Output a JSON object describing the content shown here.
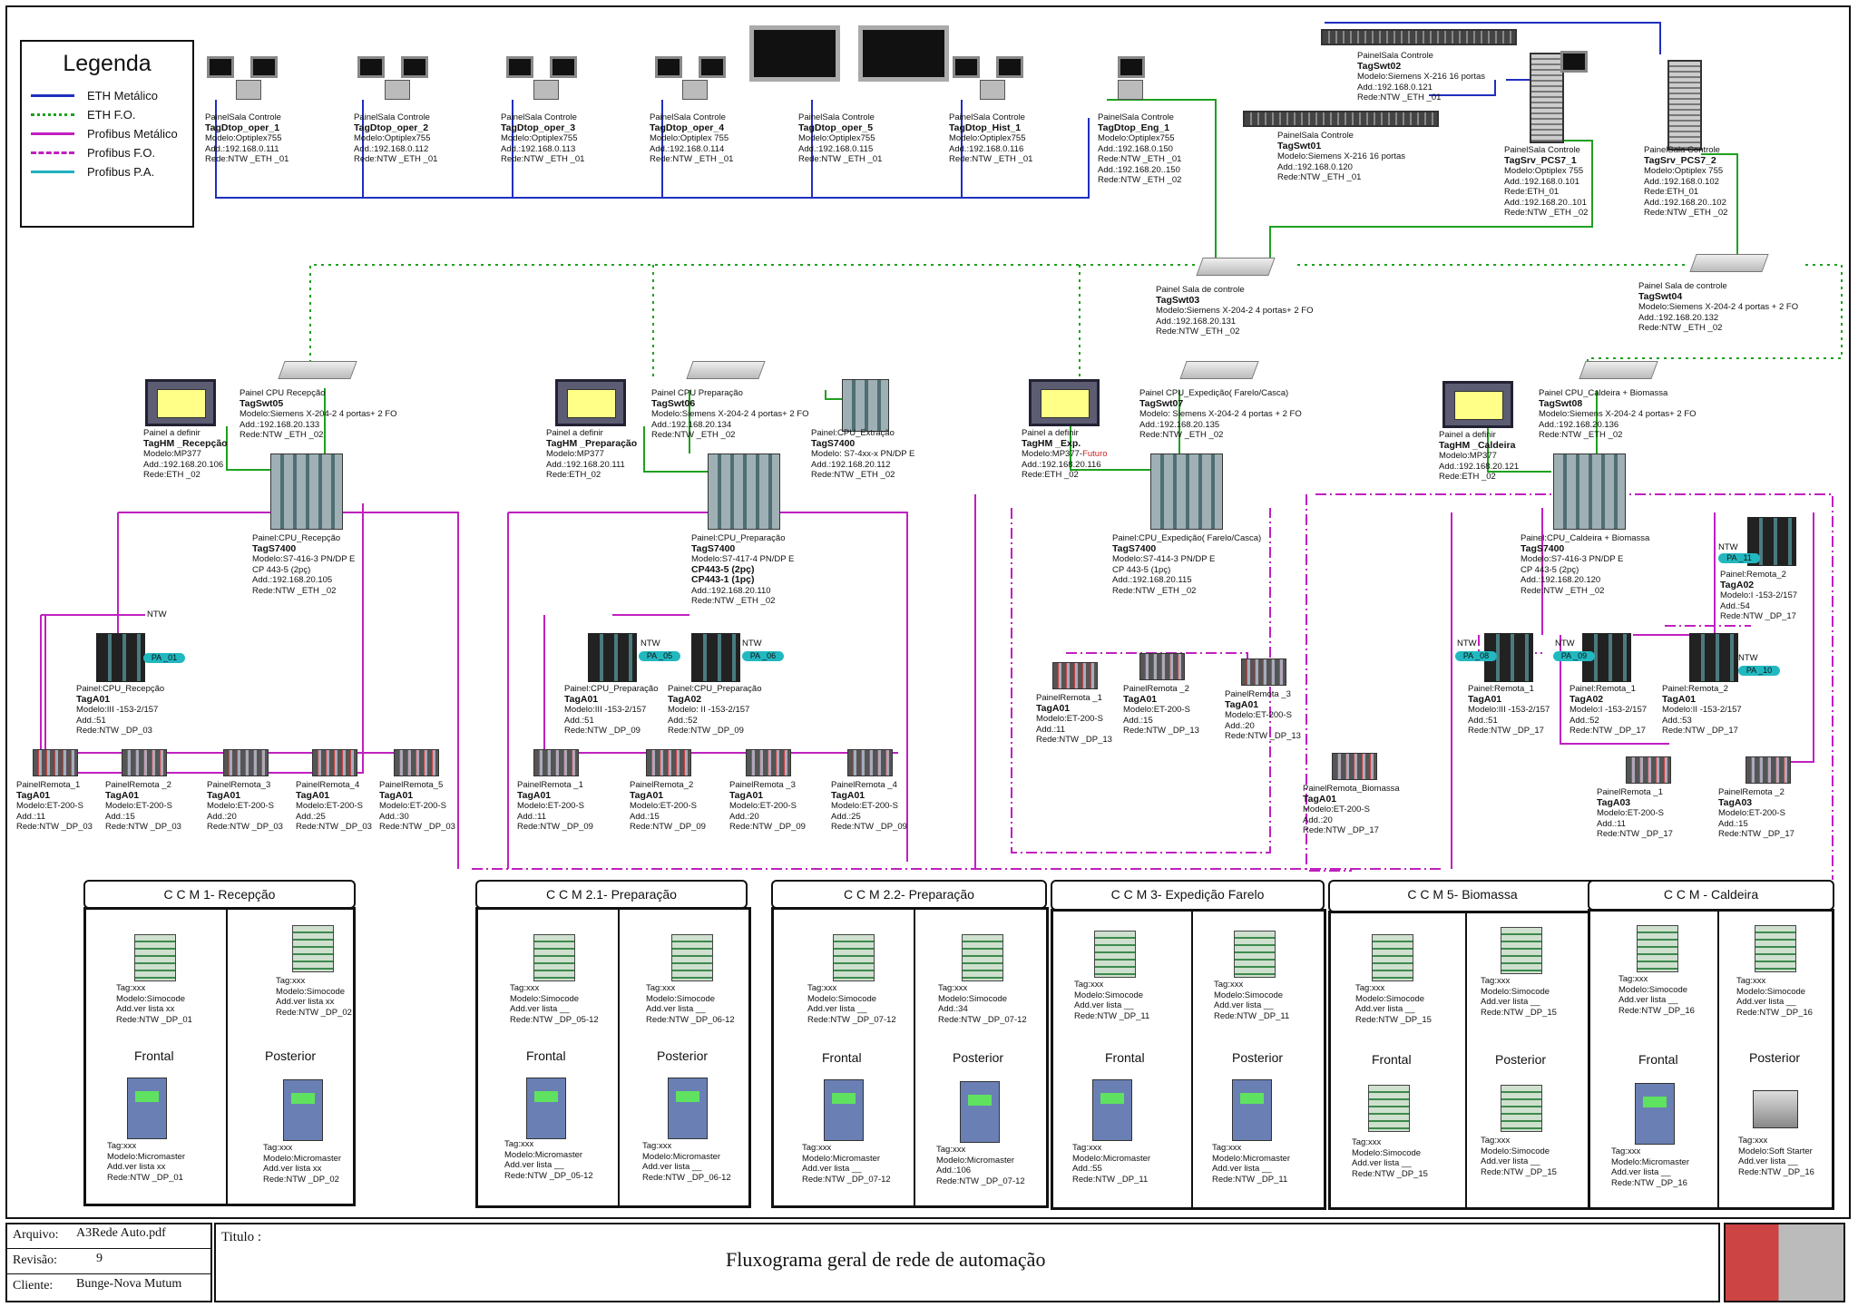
{
  "legend": {
    "title": "Legenda",
    "items": [
      {
        "label": "ETH Metálico",
        "color": "#1f2fbf",
        "style": "solid"
      },
      {
        "label": "ETH F.O.",
        "color": "#1fa01f",
        "style": "dotted"
      },
      {
        "label": "Profibus Metálico",
        "color": "#c020c0",
        "style": "solid"
      },
      {
        "label": "Profibus F.O.",
        "color": "#c020c0",
        "style": "dashdot"
      },
      {
        "label": "Profibus P.A.",
        "color": "#20b0c0",
        "style": "solid"
      }
    ]
  },
  "workstations": [
    {
      "panel": "PainelSala Controle",
      "tag": "TagDtop_oper_1",
      "model": "Modelo:Optiplex755",
      "addr": "Add.:192.168.0.111",
      "net": "Rede:NTW _ETH _01"
    },
    {
      "panel": "PainelSala Controle",
      "tag": "TagDtop_oper_2",
      "model": "Modelo:Optiplex755",
      "addr": "Add.:192.168.0.112",
      "net": "Rede:NTW _ETH _01"
    },
    {
      "panel": "PainelSala Controle",
      "tag": "TagDtop_oper_3",
      "model": "Modelo:Optiplex755",
      "addr": "Add.:192.168.0.113",
      "net": "Rede:NTW _ETH _01"
    },
    {
      "panel": "PainelSala Controle",
      "tag": "TagDtop_oper_4",
      "model": "Modelo:Optiplex 755",
      "addr": "Add.:192.168.0.114",
      "net": "Rede:NTW _ETH _01"
    },
    {
      "panel": "PainelSala Controle",
      "tag": "TagDtop_oper_5",
      "model": "Modelo:Optiplex755",
      "addr": "Add.:192.168.0.115",
      "net": "Rede:NTW _ETH _01"
    },
    {
      "panel": "PainelSala Controle",
      "tag": "TagDtop_Hist_1",
      "model": "Modelo:Optiplex755",
      "addr": "Add.:192.168.0.116",
      "net": "Rede:NTW _ETH _01"
    },
    {
      "panel": "PainelSala Controle",
      "tag": "TagDtop_Eng_1",
      "model": "Modelo:Optiplex755",
      "addr": "Add.:192.168.0.150",
      "net": "Rede:NTW _ETH _01",
      "addr2": "Add.:192.168.20..150",
      "net2": "Rede:NTW _ETH _02"
    }
  ],
  "switch02": {
    "panel": "PainelSala Controle",
    "tag": "TagSwt02",
    "model": "Modelo:Siemens X-216 16 portas",
    "addr": "Add.:192.168.0.121",
    "net": "Rede:NTW _ETH _01"
  },
  "switch01": {
    "panel": "PainelSala Controle",
    "tag": "TagSwt01",
    "model": "Modelo:Siemens X-216 16  portas",
    "addr": "Add.:192.168.0.120",
    "net": "Rede:NTW _ETH _01"
  },
  "servers": [
    {
      "panel": "PainelSala Controle",
      "tag": "TagSrv_PCS7_1",
      "model": "Modelo:Optiplex 755",
      "addr": "Add.:192.168.0.101",
      "net": "Rede:ETH_01",
      "addr2": "Add.:192.168.20..101",
      "net2": "Rede:NTW _ETH _02"
    },
    {
      "panel": "PainelSala Controle",
      "tag": "TagSrv_PCS7_2",
      "model": "Modelo:Optiplex 755",
      "addr": "Add.:192.168.0.102",
      "net": "Rede:ETH_01",
      "addr2": "Add.:192.168.20..102",
      "net2": "Rede:NTW _ETH _02"
    }
  ],
  "switch03": {
    "panel": "Painel Sala de  controle",
    "tag": "TagSwt03",
    "model": "Modelo:Siemens X-204-2  4 portas+ 2 FO",
    "addr": "Add.:192.168.20.131",
    "net": "Rede:NTW _ETH _02"
  },
  "switch04": {
    "panel": "Painel Sala de controle",
    "tag": "TagSwt04",
    "model": "Modelo:Siemens X-204-2 4  portas + 2 FO",
    "addr": "Add.:192.168.20.132",
    "net": "Rede:NTW _ETH _02"
  },
  "areas": [
    {
      "hmi": {
        "panel": "Painel a  definir",
        "tag": "TagHM  _Recepção",
        "model": "Modelo:MP377",
        "addr": "Add.:192.168.20.106",
        "net": "Rede:ETH _02"
      },
      "switch": {
        "panel": "Painel CPU  Recepção",
        "tag": "TagSwt05",
        "model": "Modelo:Siemens X-204-2  4 portas+ 2 FO",
        "addr": "Add.:192.168.20.133",
        "net": "Rede:NTW _ETH _02"
      },
      "cpu": {
        "panel": "Painel:CPU_Recepção",
        "tag": "TagS7400",
        "model": "Modelo:S7-416-3  PN/DP E",
        "cp": "CP 443-5 (2pç)",
        "addr": "Add.:192.168.20.105",
        "net": "Rede:NTW _ETH _02"
      }
    },
    {
      "hmi": {
        "panel": "Painel a  definir",
        "tag": "TagHM  _Preparação",
        "model": "Modelo:MP377",
        "addr": "Add.:192.168.20.111",
        "net": "Rede:ETH_02"
      },
      "switch": {
        "panel": "Painel CPU  Preparação",
        "tag": "TagSwt06",
        "model": "Modelo:Siemens X-204-2  4 portas+ 2 FO",
        "addr": "Add.:192.168.20.134",
        "net": "Rede:NTW _ETH _02"
      },
      "cpu": {
        "panel": "Painel:CPU_Preparação",
        "tag": "TagS7400",
        "model": "Modelo:S7-417-4  PN/DP E",
        "cp": "CP443-5 (2pç)",
        "cp2": "CP443-1 (1pç)",
        "addr": "Add.:192.168.20.110",
        "net": "Rede:NTW _ETH _02"
      },
      "extra": {
        "panel": "Painel:CPU_Extração",
        "tag": "TagS7400",
        "model": "Modelo: S7-4xx-x PN/DP E",
        "addr": "Add.:192.168.20.112",
        "net": "Rede:NTW _ETH _02"
      }
    },
    {
      "hmi": {
        "panel": "Painel a  definir",
        "tag": "TagHM  _Exp.",
        "model": "Modelo:MP377-",
        "future": "Futuro",
        "addr": "Add.:192.168.20.116",
        "net": "Rede:ETH _02"
      },
      "switch": {
        "panel": "Painel CPU_Expedição( Farelo/Casca)",
        "tag": "TagSwt07",
        "model": "Modelo: Siemens X-204-2  4 portas + 2 FO",
        "addr": "Add.:192.168.20.135",
        "net": "Rede:NTW _ETH _02"
      },
      "cpu": {
        "panel": "Painel:CPU_Expedição( Farelo/Casca)",
        "tag": "TagS7400",
        "model": "Modelo:S7-414-3  PN/DP E",
        "cp": "CP 443-5 (1pç)",
        "addr": "Add.:192.168.20.115",
        "net": "Rede:NTW _ETH _02"
      }
    },
    {
      "hmi": {
        "panel": "Painel a  definir",
        "tag": "TagHM  _Caldeira",
        "model": "Modelo:MP377",
        "addr": "Add.:192.168.20.121",
        "net": "Rede:ETH _02"
      },
      "switch": {
        "panel": "Painel CPU_Caldeira +  Biomassa",
        "tag": "TagSwt08",
        "model": "Modelo:Siemens X-204-2  4 portas+ 2 FO",
        "addr": "Add.:192.168.20.136",
        "net": "Rede:NTW _ETH _02"
      },
      "cpu": {
        "panel": "Painel:CPU_Caldeira +  Biomassa",
        "tag": "TagS7400",
        "model": "Modelo:S7-416-3  PN/DP E",
        "cp": "CP 443-5 (2pç)",
        "addr": "Add.:192.168.20.120",
        "net": "Rede:NTW _ETH _02"
      }
    }
  ],
  "et200m": [
    {
      "panel": "Painel:CPU_Recepção",
      "tag": "TagA01",
      "model": "Modelo:III  -153-2/157",
      "addr": "Add.:51",
      "net": "Rede:NTW _DP_03",
      "ntw": "NTW",
      "pa": "PA _01"
    },
    {
      "panel": "Painel:CPU_Preparação",
      "tag": "TagA01",
      "model": "Modelo:III  -153-2/157",
      "addr": "Add.:51",
      "net": "Rede:NTW _DP_09",
      "ntw": "NTW",
      "pa": "PA _05"
    },
    {
      "panel": "Painel:CPU_Preparação",
      "tag": "TagA02",
      "model": "Modelo: II  -153-2/157",
      "addr": "Add.:52",
      "net": "Rede:NTW _DP_09",
      "ntw": "NTW",
      "pa": "PA _06"
    },
    {
      "panel": "Painel:Remota_2",
      "tag": "TagA02",
      "model": "Modelo:I   -153-2/157",
      "addr": "Add.:54",
      "net": "Rede:NTW _DP_17",
      "ntw": "NTW",
      "pa": "PA _11"
    },
    {
      "panel": "Painel:Remota_1",
      "tag": "TagA01",
      "model": "Modelo:III  -153-2/157",
      "addr": "Add.:51",
      "net": "Rede:NTW _DP_17",
      "ntw": "NTW",
      "pa": "PA _08"
    },
    {
      "panel": "Painel:Remota_1",
      "tag": "TagA02",
      "model": "Modelo:I   -153-2/157",
      "addr": "Add.:52",
      "net": "Rede:NTW _DP_17",
      "ntw": "NTW",
      "pa": "PA _09"
    },
    {
      "panel": "Painel:Remota_2",
      "tag": "TagA01",
      "model": "Modelo:II  -153-2/157",
      "addr": "Add.:53",
      "net": "Rede:NTW _DP_17",
      "ntw": "NTW",
      "pa": "PA _10"
    }
  ],
  "et200s": [
    {
      "panel": "PainelRemota_1",
      "tag": "TagA01",
      "model": "Modelo:ET-200-S",
      "addr": "Add.:11",
      "net": "Rede:NTW _DP_03"
    },
    {
      "panel": "PainelRemota _2",
      "tag": "TagA01",
      "model": "Modelo:ET-200-S",
      "addr": "Add.:15",
      "net": "Rede:NTW _DP_03"
    },
    {
      "panel": "PainelRemota_3",
      "tag": "TagA01",
      "model": "Modelo:ET-200-S",
      "addr": "Add.:20",
      "net": "Rede:NTW _DP_03"
    },
    {
      "panel": "PainelRemota_4",
      "tag": "TagA01",
      "model": "Modelo:ET-200-S",
      "addr": "Add.:25",
      "net": "Rede:NTW _DP_03"
    },
    {
      "panel": "PainelRemota_5",
      "tag": "TagA01",
      "model": "Modelo:ET-200-S",
      "addr": "Add.:30",
      "net": "Rede:NTW _DP_03"
    },
    {
      "panel": "PainelRemota _1",
      "tag": "TagA01",
      "model": "Modelo:ET-200-S",
      "addr": "Add.:11",
      "net": "Rede:NTW _DP_09"
    },
    {
      "panel": "PainelRemota_2",
      "tag": "TagA01",
      "model": "Modelo:ET-200-S",
      "addr": "Add.:15",
      "net": "Rede:NTW _DP_09"
    },
    {
      "panel": "PainelRemota _3",
      "tag": "TagA01",
      "model": "Modelo:ET-200-S",
      "addr": "Add.:20",
      "net": "Rede:NTW _DP_09"
    },
    {
      "panel": "PainelRemota _4",
      "tag": "TagA01",
      "model": "Modelo:ET-200-S",
      "addr": "Add.:25",
      "net": "Rede:NTW _DP_09"
    },
    {
      "panel": "PainelRemota _1",
      "tag": "TagA01",
      "model": "Modelo:ET-200-S",
      "addr": "Add.:11",
      "net": "Rede:NTW _DP_13"
    },
    {
      "panel": "PainelRemota _2",
      "tag": "TagA01",
      "model": "Modelo:ET-200-S",
      "addr": "Add.:15",
      "net": "Rede:NTW _DP_13"
    },
    {
      "panel": "PainelRemota _3",
      "tag": "TagA01",
      "model": "Modelo:ET-200-S",
      "addr": "Add.:20",
      "net": "Rede:NTW _DP_13"
    },
    {
      "panel": "PainelRemota_Biomassa",
      "tag": "TagA01",
      "model": "Modelo:ET-200-S",
      "addr": "Add.:20",
      "net": "Rede:NTW _DP_17"
    },
    {
      "panel": "PainelRemota _1",
      "tag": "TagA03",
      "model": "Modelo:ET-200-S",
      "addr": "Add.:11",
      "net": "Rede:NTW _DP_17"
    },
    {
      "panel": "PainelRemota _2",
      "tag": "TagA03",
      "model": "Modelo:ET-200-S",
      "addr": "Add.:15",
      "net": "Rede:NTW _DP_17"
    }
  ],
  "ccms": [
    {
      "title": "C C M 1- Recepção",
      "front": [
        {
          "tag": "Tag:xxx",
          "model": "Modelo:Simocode",
          "addr": "Add.ver lista  xx",
          "net": "Rede:NTW _DP_01"
        },
        {
          "tag": "Tag:xxx",
          "model": "Modelo:Micromaster",
          "addr": "Add.ver lista  xx",
          "net": "Rede:NTW _DP_01"
        }
      ],
      "rear": [
        {
          "tag": "Tag:xxx",
          "model": "Modelo:Simocode",
          "addr": "Add.ver lista  xx",
          "net": "Rede:NTW _DP_02"
        },
        {
          "tag": "Tag:xxx",
          "model": "Modelo:Micromaster",
          "addr": "Add.ver lista  xx",
          "net": "Rede:NTW _DP_02"
        }
      ]
    },
    {
      "title": "C C M 2.1- Preparação",
      "front": [
        {
          "tag": "Tag:xxx",
          "model": "Modelo:Simocode",
          "addr": "Add.ver lista __",
          "net": "Rede:NTW _DP_05-12"
        },
        {
          "tag": "Tag:xxx",
          "model": "Modelo:Micromaster",
          "addr": "Add.ver lista __",
          "net": "Rede:NTW _DP_05-12"
        }
      ],
      "rear": [
        {
          "tag": "Tag:xxx",
          "model": "Modelo:Simocode",
          "addr": "Add.ver lista __",
          "net": "Rede:NTW _DP_06-12"
        },
        {
          "tag": "Tag:xxx",
          "model": "Modelo:Micromaster",
          "addr": "Add.ver lista __",
          "net": "Rede:NTW _DP_06-12"
        }
      ]
    },
    {
      "title": "C C M 2.2- Preparação",
      "front": [
        {
          "tag": "Tag:xxx",
          "model": "Modelo:Simocode",
          "addr": "Add.ver lista __",
          "net": "Rede:NTW _DP_07-12"
        },
        {
          "tag": "Tag:xxx",
          "model": "Modelo:Micromaster",
          "addr": "Add.ver lista __",
          "net": "Rede:NTW _DP_07-12"
        }
      ],
      "rear": [
        {
          "tag": "Tag:xxx",
          "model": "Modelo:Simocode",
          "addr": "Add.:34",
          "net": "Rede:NTW _DP_07-12"
        },
        {
          "tag": "Tag:xxx",
          "model": "Modelo:Micromaster",
          "addr": "Add.:106",
          "net": "Rede:NTW _DP_07-12"
        }
      ]
    },
    {
      "title": "C C M 3- Expedição  Farelo",
      "front": [
        {
          "tag": "Tag:xxx",
          "model": "Modelo:Simocode",
          "addr": "Add.ver lista __",
          "net": "Rede:NTW _DP_11"
        },
        {
          "tag": "Tag:xxx",
          "model": "Modelo:Micromaster",
          "addr": "Add.:55",
          "net": "Rede:NTW _DP_11"
        }
      ],
      "rear": [
        {
          "tag": "Tag:xxx",
          "model": "Modelo:Simocode",
          "addr": "Add.ver lista __",
          "net": "Rede:NTW _DP_11"
        },
        {
          "tag": "Tag:xxx",
          "model": "Modelo:Micromaster",
          "addr": "Add.ver lista __",
          "net": "Rede:NTW _DP_11"
        }
      ]
    },
    {
      "title": "C C M 5- Biomassa",
      "front": [
        {
          "tag": "Tag:xxx",
          "model": "Modelo:Simocode",
          "addr": "Add.ver lista __",
          "net": "Rede:NTW _DP_15"
        },
        {
          "tag": "Tag:xxx",
          "model": "Modelo:Simocode",
          "addr": "Add.ver lista __",
          "net": "Rede:NTW _DP_15"
        }
      ],
      "rear": [
        {
          "tag": "Tag:xxx",
          "model": "Modelo:Simocode",
          "addr": "Add.ver lista __",
          "net": "Rede:NTW _DP_15"
        },
        {
          "tag": "Tag:xxx",
          "model": "Modelo:Simocode",
          "addr": "Add.ver lista __",
          "net": "Rede:NTW _DP_15"
        }
      ]
    },
    {
      "title": "C C M - Caldeira",
      "front": [
        {
          "tag": "Tag:xxx",
          "model": "Modelo:Simocode",
          "addr": "Add.ver lista __",
          "net": "Rede:NTW _DP_16"
        },
        {
          "tag": "Tag:xxx",
          "model": "Modelo:Micromaster",
          "addr": "Add.ver lista __",
          "net": "Rede:NTW _DP_16"
        }
      ],
      "rear": [
        {
          "tag": "Tag:xxx",
          "model": "Modelo:Simocode",
          "addr": "Add.ver lista __",
          "net": "Rede:NTW _DP_16"
        },
        {
          "tag": "Tag:xxx",
          "model": "Modelo:Soft Starter",
          "addr": "Add.ver lista __",
          "net": "Rede:NTW _DP_16"
        }
      ]
    }
  ],
  "ccm_labels": {
    "front": "Frontal",
    "rear": "Posterior"
  },
  "footer": {
    "file_label": "Arquivo:",
    "file": "A3Rede Auto.pdf",
    "rev_label": "Revisão:",
    "rev": "9",
    "client_label": "Cliente:",
    "client": "Bunge-Nova Mutum",
    "title_label": "Titulo :",
    "title": "Fluxograma geral de rede de automação"
  }
}
